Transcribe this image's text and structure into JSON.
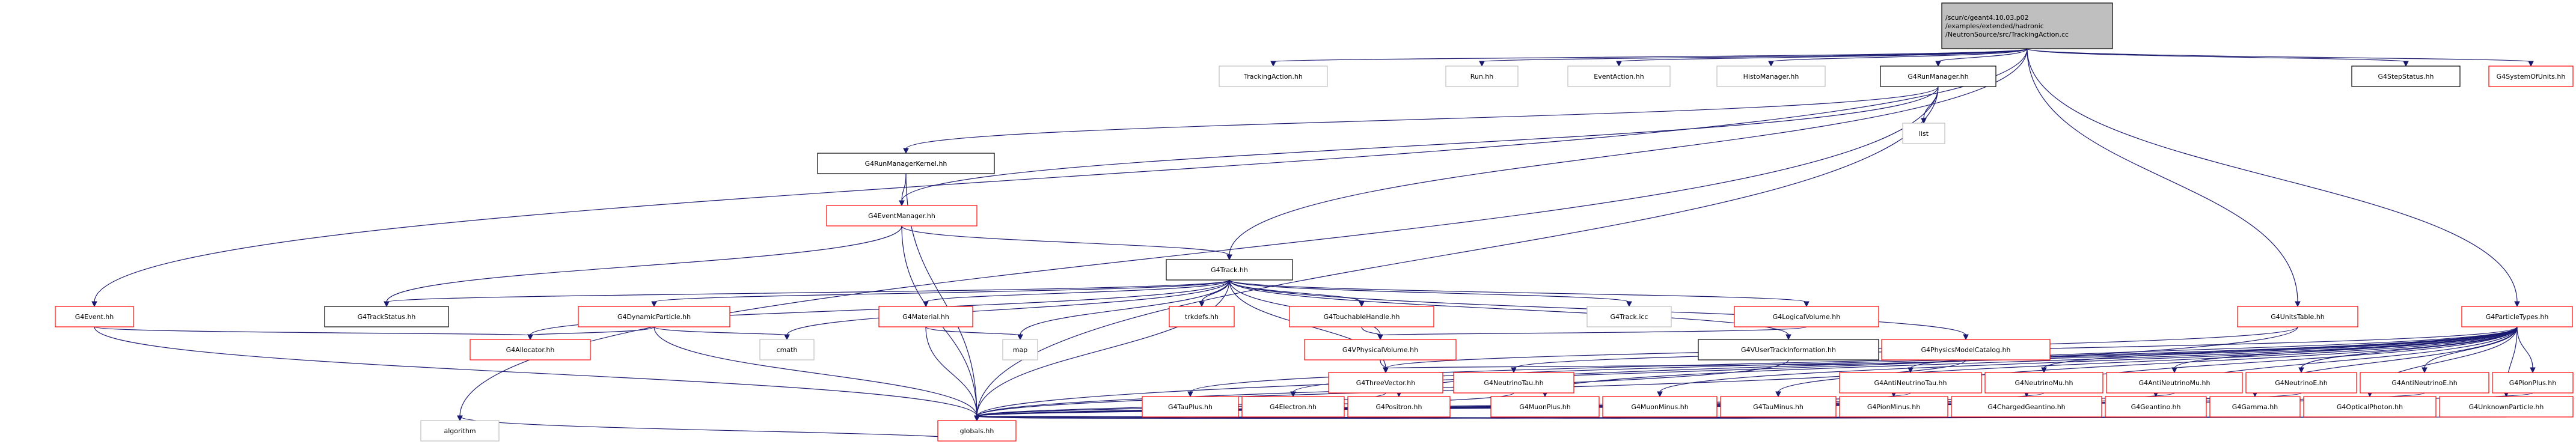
{
  "style": {
    "edge_color": "#191970",
    "root_fill": "#bfbfbf",
    "external_border": "#bfbfbf",
    "documented_border": "#000000",
    "red_border": "#ff0000",
    "node_fill": "#ffffff"
  },
  "nodes": [
    {
      "id": "root",
      "lines": [
        "/scur/c/geant4.10.03.p02",
        "/examples/extended/hadronic",
        "/NeutronSource/src/TrackingAction.cc"
      ],
      "kind": "root"
    },
    {
      "id": "trackingactionh",
      "lines": [
        "TrackingAction.hh"
      ],
      "kind": "external"
    },
    {
      "id": "runhh",
      "lines": [
        "Run.hh"
      ],
      "kind": "external"
    },
    {
      "id": "eventactionhh",
      "lines": [
        "EventAction.hh"
      ],
      "kind": "external"
    },
    {
      "id": "histomanagerhh",
      "lines": [
        "HistoManager.hh"
      ],
      "kind": "external"
    },
    {
      "id": "g4runmanagerhh",
      "lines": [
        "G4RunManager.hh"
      ],
      "kind": "documented"
    },
    {
      "id": "g4stepstatushh",
      "lines": [
        "G4StepStatus.hh"
      ],
      "kind": "documented"
    },
    {
      "id": "g4systemofunitshh",
      "lines": [
        "G4SystemOfUnits.hh"
      ],
      "kind": "red"
    },
    {
      "id": "list",
      "lines": [
        "list"
      ],
      "kind": "external"
    },
    {
      "id": "g4runmanagerkernelhh",
      "lines": [
        "G4RunManagerKernel.hh"
      ],
      "kind": "documented"
    },
    {
      "id": "g4eventmanagerhh",
      "lines": [
        "G4EventManager.hh"
      ],
      "kind": "red"
    },
    {
      "id": "g4trackhh",
      "lines": [
        "G4Track.hh"
      ],
      "kind": "documented"
    },
    {
      "id": "g4eventhh",
      "lines": [
        "G4Event.hh"
      ],
      "kind": "red"
    },
    {
      "id": "g4trackstatushh",
      "lines": [
        "G4TrackStatus.hh"
      ],
      "kind": "documented"
    },
    {
      "id": "g4dynamicparticlehh",
      "lines": [
        "G4DynamicParticle.hh"
      ],
      "kind": "red"
    },
    {
      "id": "g4materialhh",
      "lines": [
        "G4Material.hh"
      ],
      "kind": "red"
    },
    {
      "id": "trkdefshh",
      "lines": [
        "trkdefs.hh"
      ],
      "kind": "red"
    },
    {
      "id": "g4touchablehandlehh",
      "lines": [
        "G4TouchableHandle.hh"
      ],
      "kind": "red"
    },
    {
      "id": "g4trackicc",
      "lines": [
        "G4Track.icc"
      ],
      "kind": "external"
    },
    {
      "id": "g4logicalvolumehh",
      "lines": [
        "G4LogicalVolume.hh"
      ],
      "kind": "red"
    },
    {
      "id": "g4unitstablehh",
      "lines": [
        "G4UnitsTable.hh"
      ],
      "kind": "red"
    },
    {
      "id": "g4particletypeshh",
      "lines": [
        "G4ParticleTypes.hh"
      ],
      "kind": "red"
    },
    {
      "id": "g4allocatorhh",
      "lines": [
        "G4Allocator.hh"
      ],
      "kind": "red"
    },
    {
      "id": "cmath",
      "lines": [
        "cmath"
      ],
      "kind": "external"
    },
    {
      "id": "map",
      "lines": [
        "map"
      ],
      "kind": "external"
    },
    {
      "id": "g4vphysicalvolumehh",
      "lines": [
        "G4VPhysicalVolume.hh"
      ],
      "kind": "red"
    },
    {
      "id": "g4vusertrackinformationhh",
      "lines": [
        "G4VUserTrackInformation.hh"
      ],
      "kind": "documented"
    },
    {
      "id": "g4physicsmodelcataloghh",
      "lines": [
        "G4PhysicsModelCatalog.hh"
      ],
      "kind": "red"
    },
    {
      "id": "g4threevectorhh",
      "lines": [
        "G4ThreeVector.hh"
      ],
      "kind": "red"
    },
    {
      "id": "g4antineutrinotauhh",
      "lines": [
        "G4AntiNeutrinoTau.hh"
      ],
      "kind": "red"
    },
    {
      "id": "g4neutrinomuhh",
      "lines": [
        "G4NeutrinoMu.hh"
      ],
      "kind": "red"
    },
    {
      "id": "g4antineutrinomuhh",
      "lines": [
        "G4AntiNeutrinoMu.hh"
      ],
      "kind": "red"
    },
    {
      "id": "g4neutrinoehh",
      "lines": [
        "G4NeutrinoE.hh"
      ],
      "kind": "red"
    },
    {
      "id": "g4antineutrinoehh",
      "lines": [
        "G4AntiNeutrinoE.hh"
      ],
      "kind": "red"
    },
    {
      "id": "g4pionplushh",
      "lines": [
        "G4PionPlus.hh"
      ],
      "kind": "red"
    },
    {
      "id": "g4pionminushh",
      "lines": [
        "G4PionMinus.hh"
      ],
      "kind": "red"
    },
    {
      "id": "g4chargedgeantinohh",
      "lines": [
        "G4ChargedGeantino.hh"
      ],
      "kind": "red"
    },
    {
      "id": "g4geantinohh",
      "lines": [
        "G4Geantino.hh"
      ],
      "kind": "red"
    },
    {
      "id": "g4gammahh",
      "lines": [
        "G4Gamma.hh"
      ],
      "kind": "red"
    },
    {
      "id": "g4opticalphotonhh",
      "lines": [
        "G4OpticalPhoton.hh"
      ],
      "kind": "red"
    },
    {
      "id": "g4unknownparticlehh",
      "lines": [
        "G4UnknownParticle.hh"
      ],
      "kind": "red"
    },
    {
      "id": "g4muonplushh",
      "lines": [
        "G4MuonPlus.hh"
      ],
      "kind": "red"
    },
    {
      "id": "g4muonminushh",
      "lines": [
        "G4MuonMinus.hh"
      ],
      "kind": "red"
    },
    {
      "id": "g4tauminushh",
      "lines": [
        "G4TauMinus.hh"
      ],
      "kind": "red"
    },
    {
      "id": "g4tauplushh",
      "lines": [
        "G4TauPlus.hh"
      ],
      "kind": "red"
    },
    {
      "id": "g4electronhh",
      "lines": [
        "G4Electron.hh"
      ],
      "kind": "red"
    },
    {
      "id": "g4positronhh",
      "lines": [
        "G4Positron.hh"
      ],
      "kind": "red"
    },
    {
      "id": "g4neutrinotauhh",
      "lines": [
        "G4NeutrinoTau.hh"
      ],
      "kind": "red"
    },
    {
      "id": "globalshh",
      "lines": [
        "globals.hh"
      ],
      "kind": "red"
    },
    {
      "id": "algorithm",
      "lines": [
        "algorithm"
      ],
      "kind": "external"
    }
  ],
  "edges": [
    [
      "root",
      "trackingactionh"
    ],
    [
      "root",
      "runhh"
    ],
    [
      "root",
      "eventactionhh"
    ],
    [
      "root",
      "histomanagerhh"
    ],
    [
      "root",
      "g4runmanagerhh"
    ],
    [
      "root",
      "g4stepstatushh"
    ],
    [
      "root",
      "g4systemofunitshh"
    ],
    [
      "root",
      "g4trackhh"
    ],
    [
      "root",
      "g4unitstablehh"
    ],
    [
      "root",
      "g4particletypeshh"
    ],
    [
      "root",
      "g4eventhh"
    ],
    [
      "g4runmanagerhh",
      "list"
    ],
    [
      "g4runmanagerhh",
      "g4runmanagerkernelhh"
    ],
    [
      "g4runmanagerhh",
      "g4eventmanagerhh"
    ],
    [
      "g4runmanagerhh",
      "globalshh"
    ],
    [
      "g4runmanagerhh",
      "algorithm"
    ],
    [
      "g4runmanagerkernelhh",
      "g4eventmanagerhh"
    ],
    [
      "g4runmanagerkernelhh",
      "globalshh"
    ],
    [
      "g4eventmanagerhh",
      "g4trackhh"
    ],
    [
      "g4eventmanagerhh",
      "g4trackstatushh"
    ],
    [
      "g4eventmanagerhh",
      "globalshh"
    ],
    [
      "g4trackhh",
      "g4trackstatushh"
    ],
    [
      "g4trackhh",
      "g4dynamicparticlehh"
    ],
    [
      "g4trackhh",
      "g4materialhh"
    ],
    [
      "g4trackhh",
      "trkdefshh"
    ],
    [
      "g4trackhh",
      "g4touchablehandlehh"
    ],
    [
      "g4trackhh",
      "g4trackicc"
    ],
    [
      "g4trackhh",
      "g4logicalvolumehh"
    ],
    [
      "g4trackhh",
      "g4allocatorhh"
    ],
    [
      "g4trackhh",
      "cmath"
    ],
    [
      "g4trackhh",
      "map"
    ],
    [
      "g4trackhh",
      "g4vphysicalvolumehh"
    ],
    [
      "g4trackhh",
      "g4vusertrackinformationhh"
    ],
    [
      "g4trackhh",
      "g4physicsmodelcataloghh"
    ],
    [
      "g4trackhh",
      "g4threevectorhh"
    ],
    [
      "g4trackhh",
      "globalshh"
    ],
    [
      "g4eventhh",
      "g4allocatorhh"
    ],
    [
      "g4eventhh",
      "globalshh"
    ],
    [
      "g4dynamicparticlehh",
      "g4allocatorhh"
    ],
    [
      "g4dynamicparticlehh",
      "cmath"
    ],
    [
      "g4dynamicparticlehh",
      "globalshh"
    ],
    [
      "g4materialhh",
      "map"
    ],
    [
      "g4materialhh",
      "globalshh"
    ],
    [
      "g4logicalvolumehh",
      "g4vphysicalvolumehh"
    ],
    [
      "g4touchablehandlehh",
      "g4vphysicalvolumehh"
    ],
    [
      "g4vphysicalvolumehh",
      "g4threevectorhh"
    ],
    [
      "g4threevectorhh",
      "globalshh"
    ],
    [
      "g4vusertrackinformationhh",
      "globalshh"
    ],
    [
      "g4physicsmodelcataloghh",
      "globalshh"
    ],
    [
      "g4physicsmodelcataloghh",
      "g4threevectorhh"
    ],
    [
      "g4unitstablehh",
      "g4threevectorhh"
    ],
    [
      "g4unitstablehh",
      "globalshh"
    ],
    [
      "g4particletypeshh",
      "g4antineutrinotauhh"
    ],
    [
      "g4particletypeshh",
      "g4neutrinomuhh"
    ],
    [
      "g4particletypeshh",
      "g4antineutrinomuhh"
    ],
    [
      "g4particletypeshh",
      "g4neutrinoehh"
    ],
    [
      "g4particletypeshh",
      "g4antineutrinoehh"
    ],
    [
      "g4particletypeshh",
      "g4pionplushh"
    ],
    [
      "g4particletypeshh",
      "g4pionminushh"
    ],
    [
      "g4particletypeshh",
      "g4chargedgeantinohh"
    ],
    [
      "g4particletypeshh",
      "g4geantinohh"
    ],
    [
      "g4particletypeshh",
      "g4gammahh"
    ],
    [
      "g4particletypeshh",
      "g4opticalphotonhh"
    ],
    [
      "g4particletypeshh",
      "g4unknownparticlehh"
    ],
    [
      "g4particletypeshh",
      "g4muonplushh"
    ],
    [
      "g4particletypeshh",
      "g4muonminushh"
    ],
    [
      "g4particletypeshh",
      "g4tauminushh"
    ],
    [
      "g4particletypeshh",
      "g4tauplushh"
    ],
    [
      "g4particletypeshh",
      "g4electronhh"
    ],
    [
      "g4particletypeshh",
      "g4positronhh"
    ],
    [
      "g4particletypeshh",
      "g4neutrinotauhh"
    ],
    [
      "g4antineutrinotauhh",
      "globalshh"
    ],
    [
      "g4neutrinomuhh",
      "globalshh"
    ],
    [
      "g4antineutrinomuhh",
      "globalshh"
    ],
    [
      "g4neutrinoehh",
      "globalshh"
    ],
    [
      "g4antineutrinoehh",
      "globalshh"
    ],
    [
      "g4pionplushh",
      "globalshh"
    ],
    [
      "g4pionminushh",
      "globalshh"
    ],
    [
      "g4chargedgeantinohh",
      "globalshh"
    ],
    [
      "g4geantinohh",
      "globalshh"
    ],
    [
      "g4gammahh",
      "globalshh"
    ],
    [
      "g4opticalphotonhh",
      "globalshh"
    ],
    [
      "g4unknownparticlehh",
      "globalshh"
    ],
    [
      "g4muonplushh",
      "globalshh"
    ],
    [
      "g4muonminushh",
      "globalshh"
    ],
    [
      "g4tauminushh",
      "globalshh"
    ],
    [
      "g4tauplushh",
      "globalshh"
    ],
    [
      "g4electronhh",
      "globalshh"
    ],
    [
      "g4positronhh",
      "globalshh"
    ],
    [
      "g4neutrinotauhh",
      "globalshh"
    ],
    [
      "globalshh",
      "algorithm"
    ]
  ]
}
